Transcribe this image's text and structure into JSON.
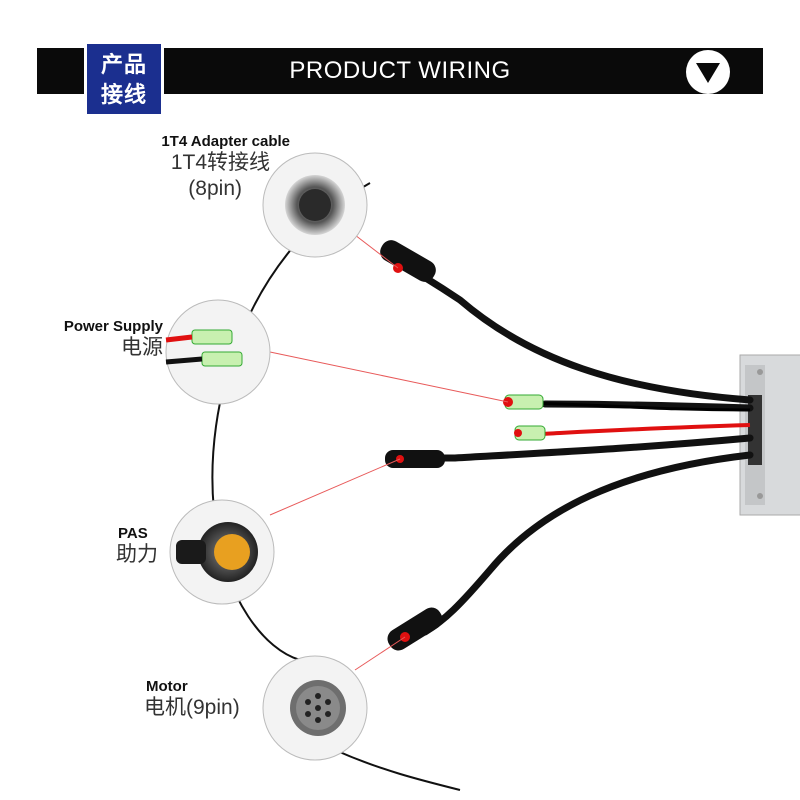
{
  "header": {
    "badge_line1": "产品",
    "badge_line2": "接线",
    "title": "PRODUCT WIRING"
  },
  "connectors": [
    {
      "en": "1T4 Adapter cable",
      "cn": "1T4转接线",
      "pins": "(8pin)"
    },
    {
      "en": "Power Supply",
      "cn": "电源"
    },
    {
      "en": "PAS",
      "cn": "助力"
    },
    {
      "en": "Motor",
      "cn": "电机(9pin)"
    }
  ],
  "colors": {
    "header_bg": "#0a0a0a",
    "badge_bg": "#1b2f8f",
    "cable": "#111111",
    "red_wire": "#e01010",
    "pointer": "#e85a5a",
    "controller": "#d8dadc"
  },
  "icons": [
    "down-arrow-icon"
  ]
}
